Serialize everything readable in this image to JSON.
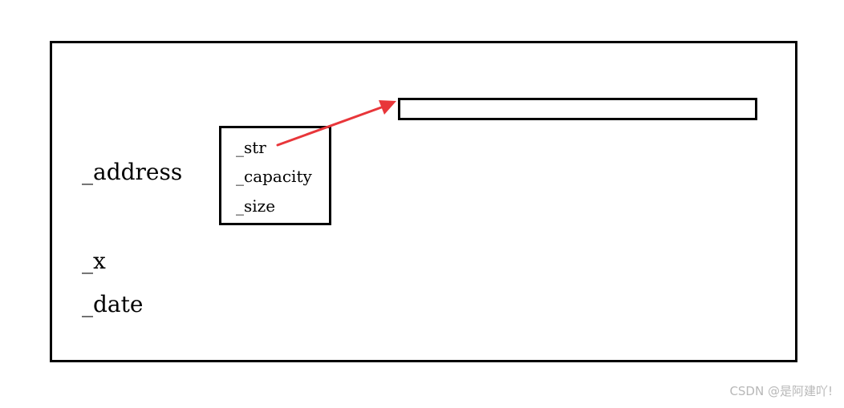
{
  "diagram": {
    "members": {
      "address": "_address",
      "x": "_x",
      "date": "_date"
    },
    "string_fields": {
      "str": "_str",
      "capacity": "_capacity",
      "size": "_size"
    },
    "arrow_color": "#e8363a"
  },
  "watermark": "CSDN @是阿建吖!"
}
